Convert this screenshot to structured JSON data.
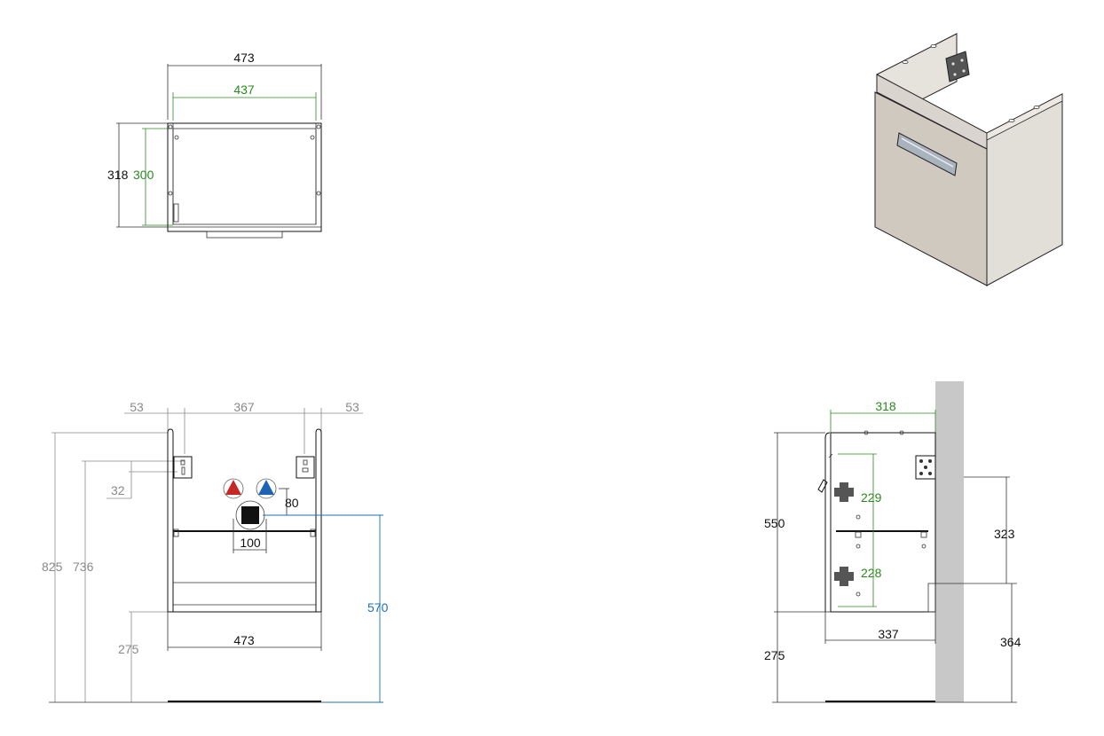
{
  "colors": {
    "black_dim": "#111111",
    "grey_dim": "#8a8a8a",
    "green_dim": "#2b8a1f",
    "blue_dim": "#1f6fb5",
    "hot_water": "#c62828",
    "cold_water": "#1e64b4",
    "cabinet_face": "#cfc9c0",
    "cabinet_side": "#e0dcd6",
    "wall": "#c8c8c8"
  },
  "top_view": {
    "outer_width": "473",
    "inner_width": "437",
    "outer_depth": "318",
    "inner_depth": "300"
  },
  "front_view": {
    "left_margin": "53",
    "center_span": "367",
    "right_margin": "53",
    "total_height": "825",
    "bracket_height": "736",
    "bracket_offset": "32",
    "drain_offset": "80",
    "drain_width": "100",
    "drain_height": "570",
    "floor_clearance": "275",
    "width": "473",
    "icons": [
      "hot-water-icon",
      "cold-water-icon",
      "drain-icon"
    ]
  },
  "side_view": {
    "top_depth": "318",
    "body_height": "550",
    "shelf_upper": "229",
    "shelf_lower": "228",
    "depth": "337",
    "floor_clearance": "275",
    "wall_upper": "323",
    "wall_lower": "364"
  }
}
